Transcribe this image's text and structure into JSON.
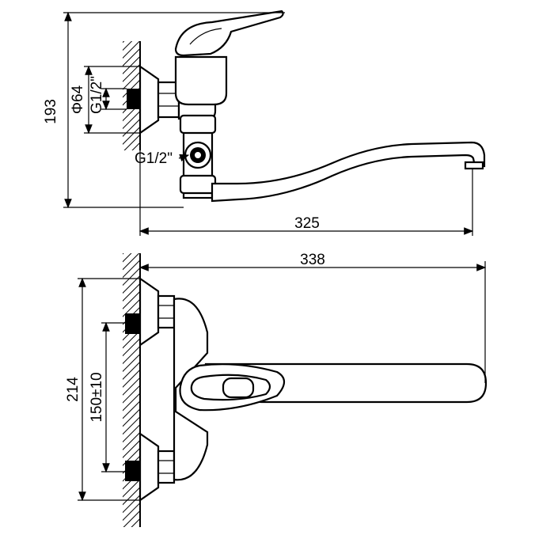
{
  "dimensions": {
    "height_total": "193",
    "flange_diameter": "Φ64",
    "thread_top": "G1/2\"",
    "thread_side": "G1/2\"",
    "reach": "325",
    "overall_length": "338",
    "overall_height": "214",
    "center_distance": "150±10"
  },
  "colors": {
    "line": "#000000",
    "background": "#ffffff",
    "hatch": "#000000"
  }
}
